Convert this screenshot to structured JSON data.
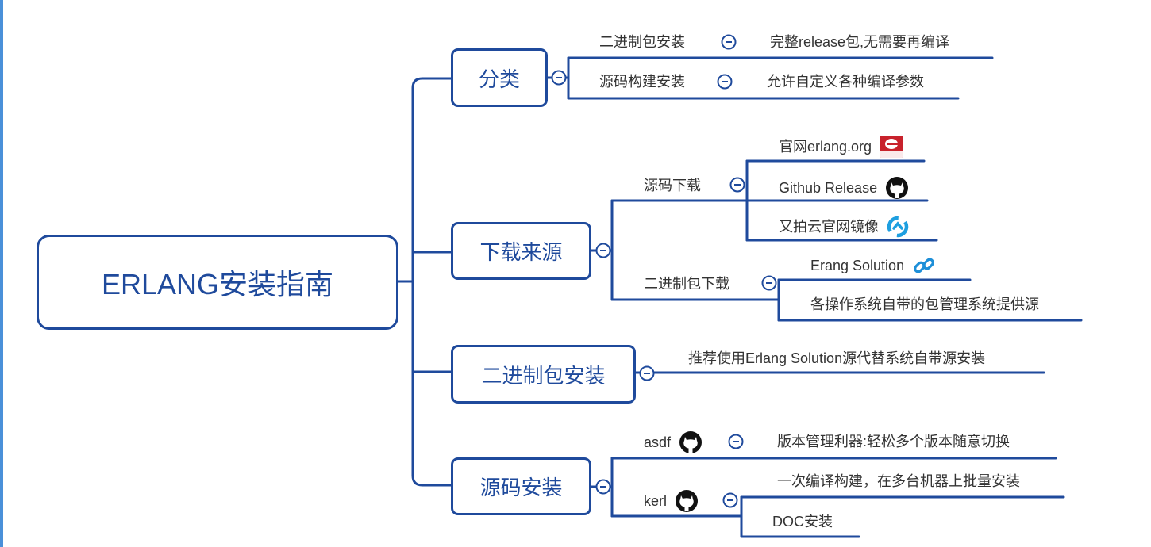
{
  "root": {
    "label": "ERLANG安装指南"
  },
  "branches": [
    {
      "label": "分类",
      "children": [
        {
          "label": "二进制包安装",
          "detail": "完整release包,无需要再编译"
        },
        {
          "label": "源码构建安装",
          "detail": "允许自定义各种编译参数"
        }
      ]
    },
    {
      "label": "下载来源",
      "children": [
        {
          "label": "源码下载",
          "items": [
            {
              "label": "官网erlang.org",
              "icon": "erlang-logo-icon"
            },
            {
              "label": "Github Release",
              "icon": "github-icon"
            },
            {
              "label": "又拍云官网镜像",
              "icon": "upyun-icon"
            }
          ]
        },
        {
          "label": "二进制包下载",
          "items": [
            {
              "label": "Erang Solution",
              "icon": "link-icon"
            },
            {
              "label": "各操作系统自带的包管理系统提供源"
            }
          ]
        }
      ]
    },
    {
      "label": "二进制包安装",
      "children": [
        {
          "label": "推荐使用Erlang Solution源代替系统自带源安装"
        }
      ]
    },
    {
      "label": "源码安装",
      "children": [
        {
          "label": "asdf",
          "icon": "github-icon",
          "detail": "版本管理利器:轻松多个版本随意切换"
        },
        {
          "label": "kerl",
          "icon": "github-icon",
          "items": [
            {
              "label": "一次编译构建，在多台机器上批量安装"
            },
            {
              "label": "DOC安装"
            }
          ]
        }
      ]
    }
  ],
  "colors": {
    "accent": "#1f4a9c",
    "text": "#333333",
    "left_bar": "#4a90d9",
    "erlang_red": "#c8222c",
    "upyun_blue": "#1e9fe0"
  }
}
